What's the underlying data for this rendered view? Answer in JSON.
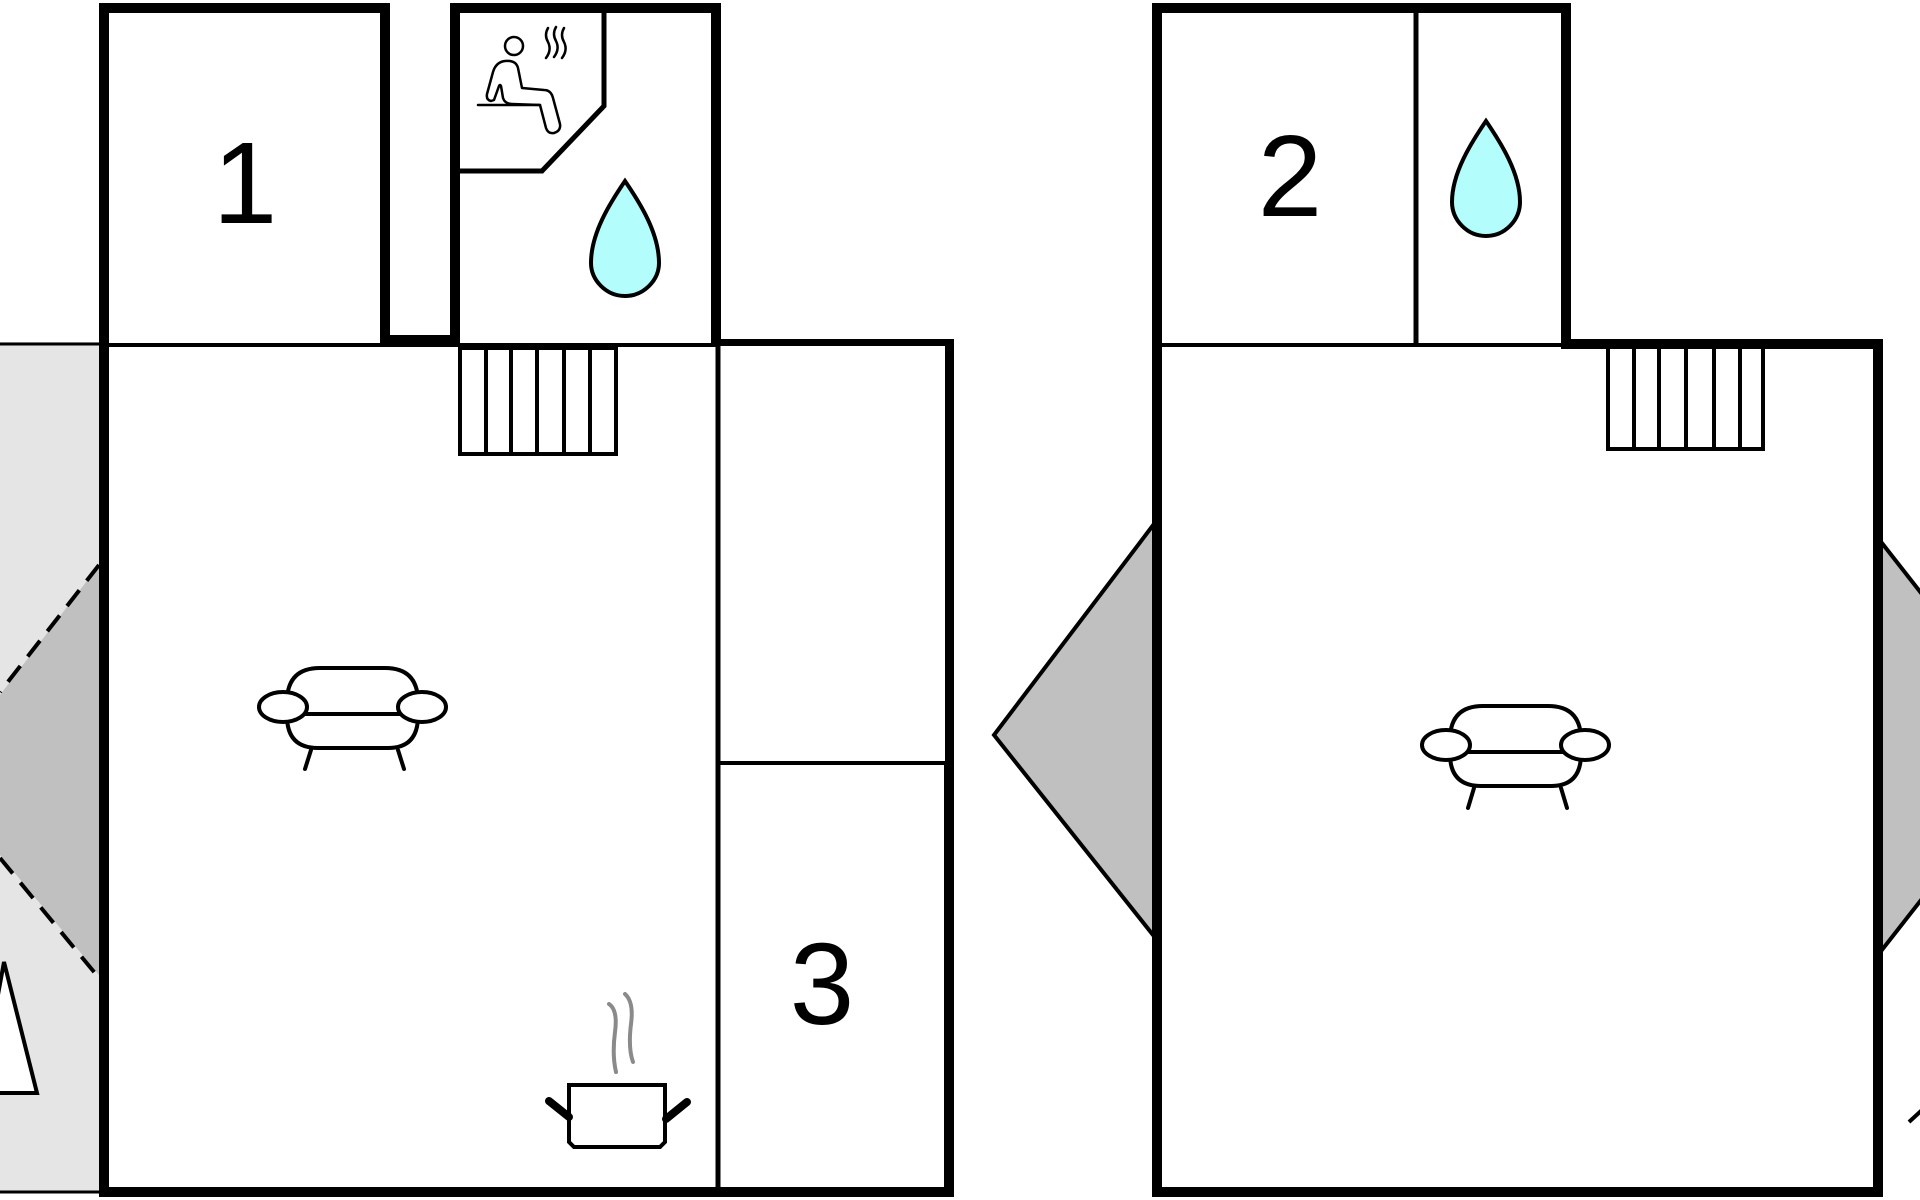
{
  "plan": {
    "rooms": [
      {
        "id": "room-1",
        "label": "1",
        "type": "bedroom"
      },
      {
        "id": "room-2",
        "label": "2",
        "type": "bedroom"
      },
      {
        "id": "room-3",
        "label": "3",
        "type": "bedroom"
      }
    ],
    "icons": {
      "sauna": "sauna-icon",
      "bathroom": "water-drop-icon",
      "living": "sofa-icon",
      "kitchen": "cooking-pot-icon",
      "stairs": "stairs-icon",
      "terrace": "terrace-triangle-icon"
    },
    "colors": {
      "wall": "#000000",
      "background": "#ffffff",
      "water": "#b3fdfd",
      "terrace": "#c0c0c0",
      "outside": "#e5e5e5",
      "steam": "#8a8a8a"
    }
  }
}
